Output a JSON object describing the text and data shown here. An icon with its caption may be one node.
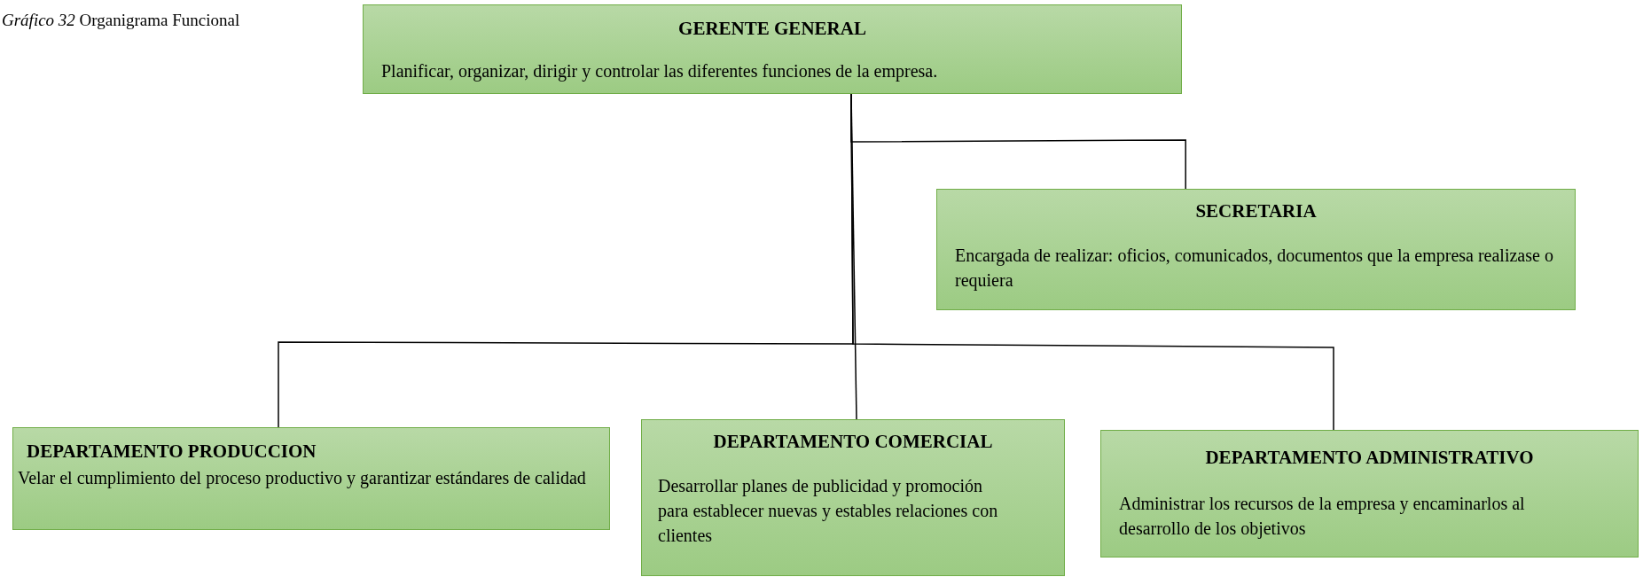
{
  "diagram": {
    "title": "*Gráfico 32* Organigrama Funcional",
    "nodes": [
      {
        "text": [
          "GERENTE GENERAL",
          "Planificar, organizar, dirigir y controlar las diferentes funciones de la empresa."
        ]
      },
      {
        "text": [
          "SECRETARIA",
          "Encargada de realizar: oficios, comunicados, documentos que la empresa realizase o requiera"
        ]
      },
      {
        "text": [
          "DEPARTAMENTO PRODUCCION",
          "Velar el cumplimiento del proceso productivo y garantizar estándares de calidad"
        ]
      },
      {
        "text": [
          "DEPARTAMENTO COMERCIAL",
          "Desarrollar planes de publicidad y promoción para establecer nuevas y estables relaciones con clientes"
        ]
      },
      {
        "text": [
          "DEPARTAMENTO ADMINISTRATIVO",
          "Administrar los recursos de la empresa y encaminarlos al desarrollo de los objetivos"
        ]
      }
    ],
    "edges": [
      {
        "from": 0,
        "to": 1,
        "arrow": "none"
      },
      {
        "from": 0,
        "to": 2,
        "arrow": "none"
      },
      {
        "from": 0,
        "to": 3,
        "arrow": "none"
      },
      {
        "from": 0,
        "to": 4,
        "arrow": "none"
      }
    ]
  }
}
